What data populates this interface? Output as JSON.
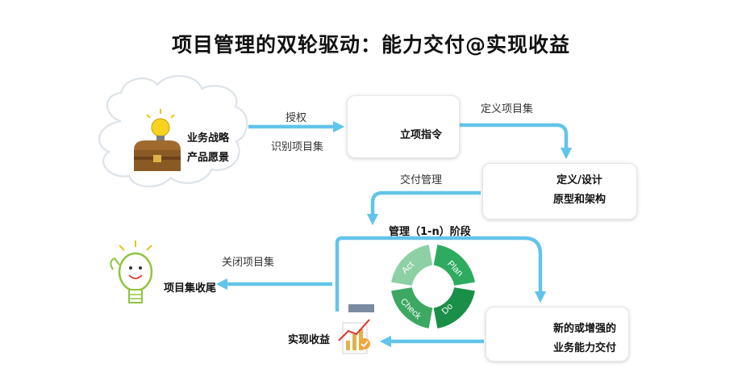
{
  "title": "项目管理的双轮驱动：能力交付@实现收益",
  "nodes": {
    "strategy_line1": "业务战略",
    "strategy_line2": "产品愿景",
    "initiation": "立项指令",
    "design_line1": "定义/设计",
    "design_line2": "原型和架构",
    "phase": "管理（1-n）阶段",
    "capability_line1": "新的或增强的",
    "capability_line2": "业务能力交付",
    "benefits": "实现收益",
    "closure": "项目集收尾"
  },
  "edges": {
    "authorize": "授权",
    "identify": "识别项目集",
    "define": "定义项目集",
    "delivery": "交付管理",
    "close": "关闭项目集"
  },
  "pdca": {
    "plan": "Plan",
    "do": "Do",
    "check": "Check",
    "act": "Act"
  },
  "colors": {
    "arrow": "#62c4ea",
    "cycle_dark": "#1a8f48",
    "cycle_mid": "#2fab5f",
    "cycle_light": "#8ed0a5"
  }
}
